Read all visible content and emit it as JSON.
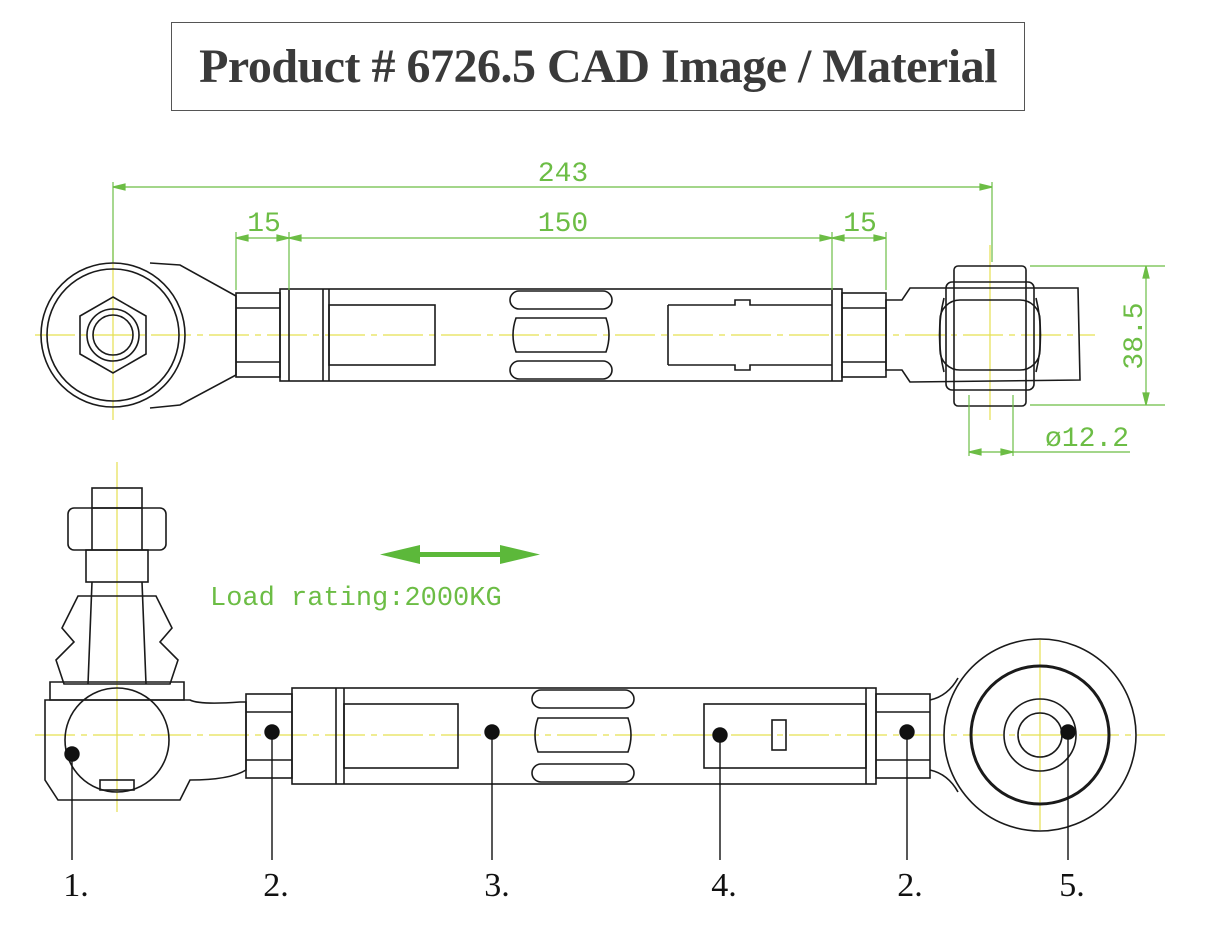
{
  "title": "Product # 6726.5 CAD Image / Material",
  "dimensions": {
    "overall_length": "243",
    "left_end": "15",
    "center_length": "150",
    "right_end": "15",
    "height": "38.5",
    "bore_diameter": "ø12.2"
  },
  "load_rating": "Load rating:2000KG",
  "callouts": [
    "1.",
    "2.",
    "3.",
    "4.",
    "2.",
    "5."
  ],
  "colors": {
    "dimension": "#6cbd45",
    "centerline": "#e5e052",
    "outline": "#1a1a1a",
    "arrow": "#5cb83a"
  }
}
